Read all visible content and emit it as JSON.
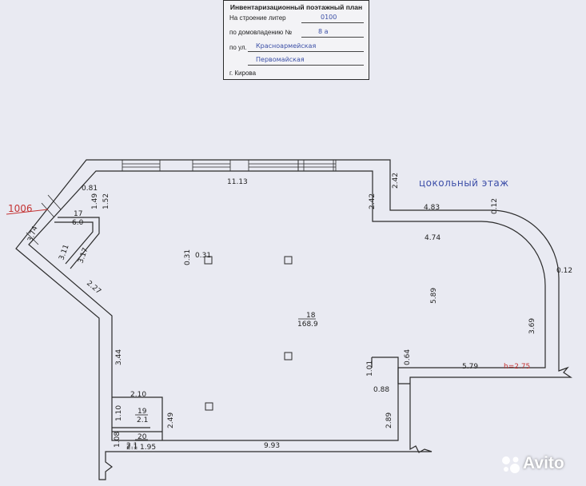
{
  "stamp": {
    "title": "Инвентаризационный поэтажный план",
    "rows": [
      {
        "label": "На строение литер",
        "value": "0100"
      },
      {
        "label": "по домовладению №",
        "value": "8 а"
      },
      {
        "label": "по ул.",
        "value": "Красноармейская"
      },
      {
        "label": "",
        "value": "Первомайская"
      },
      {
        "label": "г. Кирова",
        "value": ""
      }
    ]
  },
  "floor_label": "цокольный этаж",
  "old_number": "1006",
  "height_label": "h=2.75",
  "rooms": [
    {
      "number": "17",
      "area": "6.0"
    },
    {
      "number": "18",
      "area": "168.9"
    },
    {
      "number": "19",
      "area": "2.1"
    },
    {
      "number": "20",
      "area": "2.1"
    }
  ],
  "dimensions": {
    "top_wall": "11.13",
    "corner_small": "0.81",
    "left_upper_a": "1.49",
    "left_upper_b": "1.52",
    "right_step_a": "2.42",
    "right_step_b": "2.42",
    "top_right_outer": "4.83",
    "top_right_inner": "4.74",
    "wall_thick_a": "0.12",
    "wall_thick_b": "0.12",
    "arc_height": "5.89",
    "right_vertical": "3.69",
    "bottom_right": "5.79",
    "nook_a": "1.01",
    "nook_b": "0.64",
    "nook_c": "0.88",
    "lower_right_vertical": "2.89",
    "bottom_wall": "9.93",
    "diag_outer": "3.74",
    "diag_a": "3.11",
    "diag_b": "3.17",
    "diag_lower": "2.27",
    "left_vertical": "3.44",
    "bath_top": "2.10",
    "bath_left": "1.10",
    "bath_side": "2.49",
    "bath_low": "1.08",
    "bath_b1": "2.1",
    "bath_b2": "1.95",
    "column_a": "0.31",
    "column_b": "0.31"
  },
  "watermark": "Avito"
}
